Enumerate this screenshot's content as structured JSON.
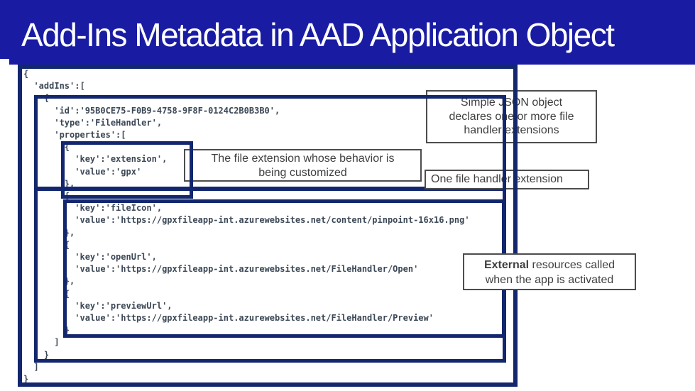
{
  "slide": {
    "title": "Add-Ins Metadata in AAD Application Object"
  },
  "colors": {
    "titlebar_blue": "#191ca3",
    "frame_navy": "#13276e",
    "code_text": "#3c4856",
    "callout_text": "#3f3f3f"
  },
  "code": {
    "lines": [
      "{",
      "  'addIns':[",
      "    {",
      "      'id':'95B0CE75-F0B9-4758-9F8F-0124C2B0B3B0',",
      "      'type':'FileHandler',",
      "      'properties':[",
      "        {",
      "          'key':'extension',",
      "          'value':'gpx'",
      "        },",
      "        {",
      "          'key':'fileIcon',",
      "          'value':'https://gpxfileapp-int.azurewebsites.net/content/pinpoint-16x16.png'",
      "        },",
      "        {",
      "          'key':'openUrl',",
      "          'value':'https://gpxfileapp-int.azurewebsites.net/FileHandler/Open'",
      "        },",
      "        {",
      "          'key':'previewUrl',",
      "          'value':'https://gpxfileapp-int.azurewebsites.net/FileHandler/Preview'",
      "        }",
      "      ]",
      "    }",
      "  ]",
      "}"
    ]
  },
  "callouts": {
    "simple_json": {
      "line1": "Simple JSON object",
      "line2": "declares one or more file",
      "line3": "handler extensions"
    },
    "file_extension": {
      "line1": "The file extension whose behavior is",
      "line2": "being customized"
    },
    "one_handler": {
      "text": "One file handler extension"
    },
    "external": {
      "bold": "External",
      "rest": " resources called",
      "line2": "when the app is activated"
    }
  }
}
